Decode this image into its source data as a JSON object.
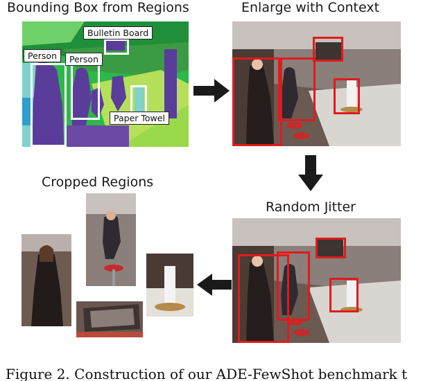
{
  "headings": {
    "bounding_box": "Bounding Box from Regions",
    "enlarge": "Enlarge with Context",
    "cropped": "Cropped Regions",
    "jitter": "Random Jitter"
  },
  "segmentation_labels": {
    "bulletin_board": "Bulletin Board",
    "person_left": "Person",
    "person_right": "Person",
    "paper_towel": "Paper Towel"
  },
  "caption": "Figure 2. Construction of our ADE-FewShot benchmark t",
  "colors": {
    "box_red": "#e01b1b",
    "seg_green": "#2db84a",
    "seg_purple": "#5a3d9a",
    "seg_lime": "#b6e05a",
    "arrow": "#1a1a1a"
  }
}
